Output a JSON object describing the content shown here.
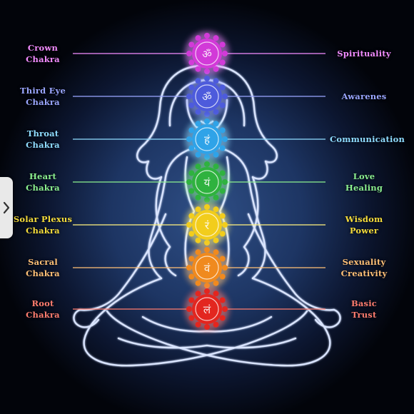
{
  "chakras": [
    {
      "key": "crown",
      "name": [
        "Crown",
        "Chakra"
      ],
      "meaning": [
        "Spirituality"
      ],
      "color": "#d23ad8",
      "glow": "#f28cff",
      "glyph": "ॐ"
    },
    {
      "key": "third-eye",
      "name": [
        "Third Eye",
        "Chakra"
      ],
      "meaning": [
        "Awarenes"
      ],
      "color": "#4d5bdc",
      "glow": "#9aa6ff",
      "glyph": "ॐ"
    },
    {
      "key": "throat",
      "name": [
        "Throat",
        "Chakra"
      ],
      "meaning": [
        "Communication"
      ],
      "color": "#2fa3e8",
      "glow": "#8fdcff",
      "glyph": "हं"
    },
    {
      "key": "heart",
      "name": [
        "Heart",
        "Chakra"
      ],
      "meaning": [
        "Love",
        "Healing"
      ],
      "color": "#2fb23f",
      "glow": "#8cf08f",
      "glyph": "यं"
    },
    {
      "key": "solar-plexus",
      "name": [
        "Solar Plexus",
        "Chakra"
      ],
      "meaning": [
        "Wisdom",
        "Power"
      ],
      "color": "#f2cd1c",
      "glow": "#fff17f",
      "glyph": "रं"
    },
    {
      "key": "sacral",
      "name": [
        "Sacral",
        "Chakra"
      ],
      "meaning": [
        "Sexuality",
        "Creativity"
      ],
      "color": "#f08a1e",
      "glow": "#ffc076",
      "glyph": "वं"
    },
    {
      "key": "root",
      "name": [
        "Root",
        "Chakra"
      ],
      "meaning": [
        "Basic",
        "Trust"
      ],
      "color": "#e3261f",
      "glow": "#ff7d6f",
      "glyph": "लं"
    }
  ],
  "figure_color": "#d9e4ff",
  "nav": {
    "icon": "chevron-right-icon"
  }
}
